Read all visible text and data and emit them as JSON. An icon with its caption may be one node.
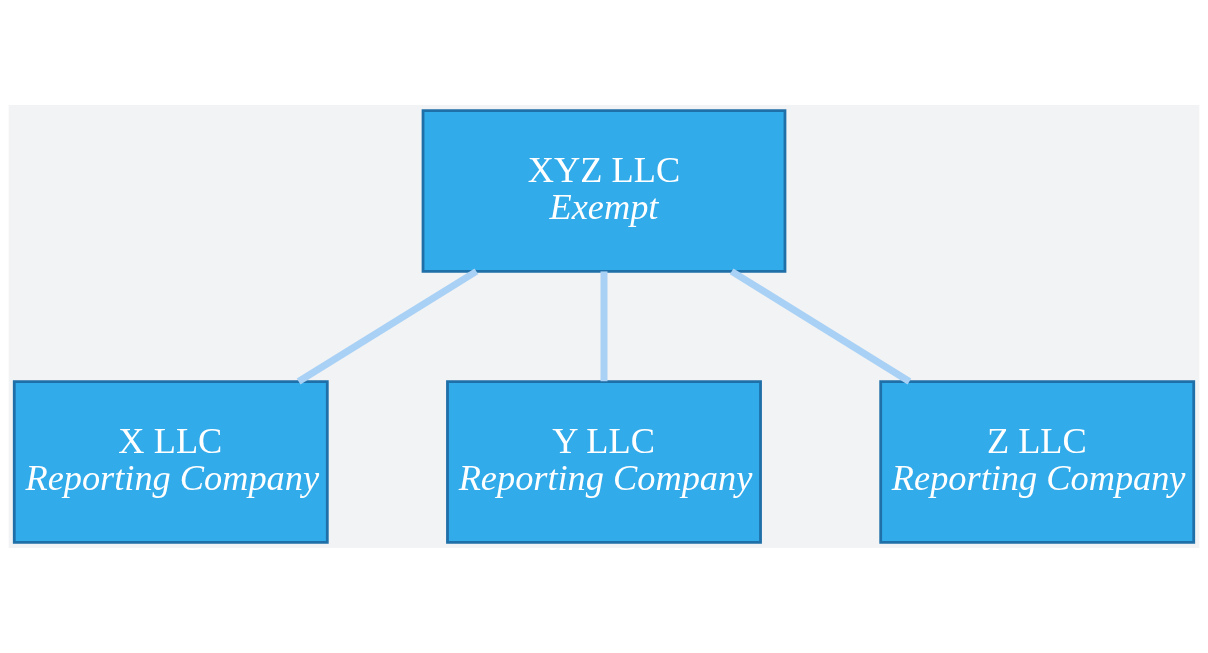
{
  "diagram": {
    "nodes": [
      {
        "text": [
          "XYZ LLC",
          "Exempt"
        ]
      },
      {
        "text": [
          "X LLC",
          "Reporting Company"
        ]
      },
      {
        "text": [
          "Y LLC",
          "Reporting Company"
        ]
      },
      {
        "text": [
          "Z LLC",
          "Reporting Company"
        ]
      }
    ],
    "edges": [
      {
        "from": 0,
        "to": 1,
        "arrow": "none"
      },
      {
        "from": 0,
        "to": 2,
        "arrow": "none"
      },
      {
        "from": 0,
        "to": 3,
        "arrow": "none"
      }
    ]
  }
}
